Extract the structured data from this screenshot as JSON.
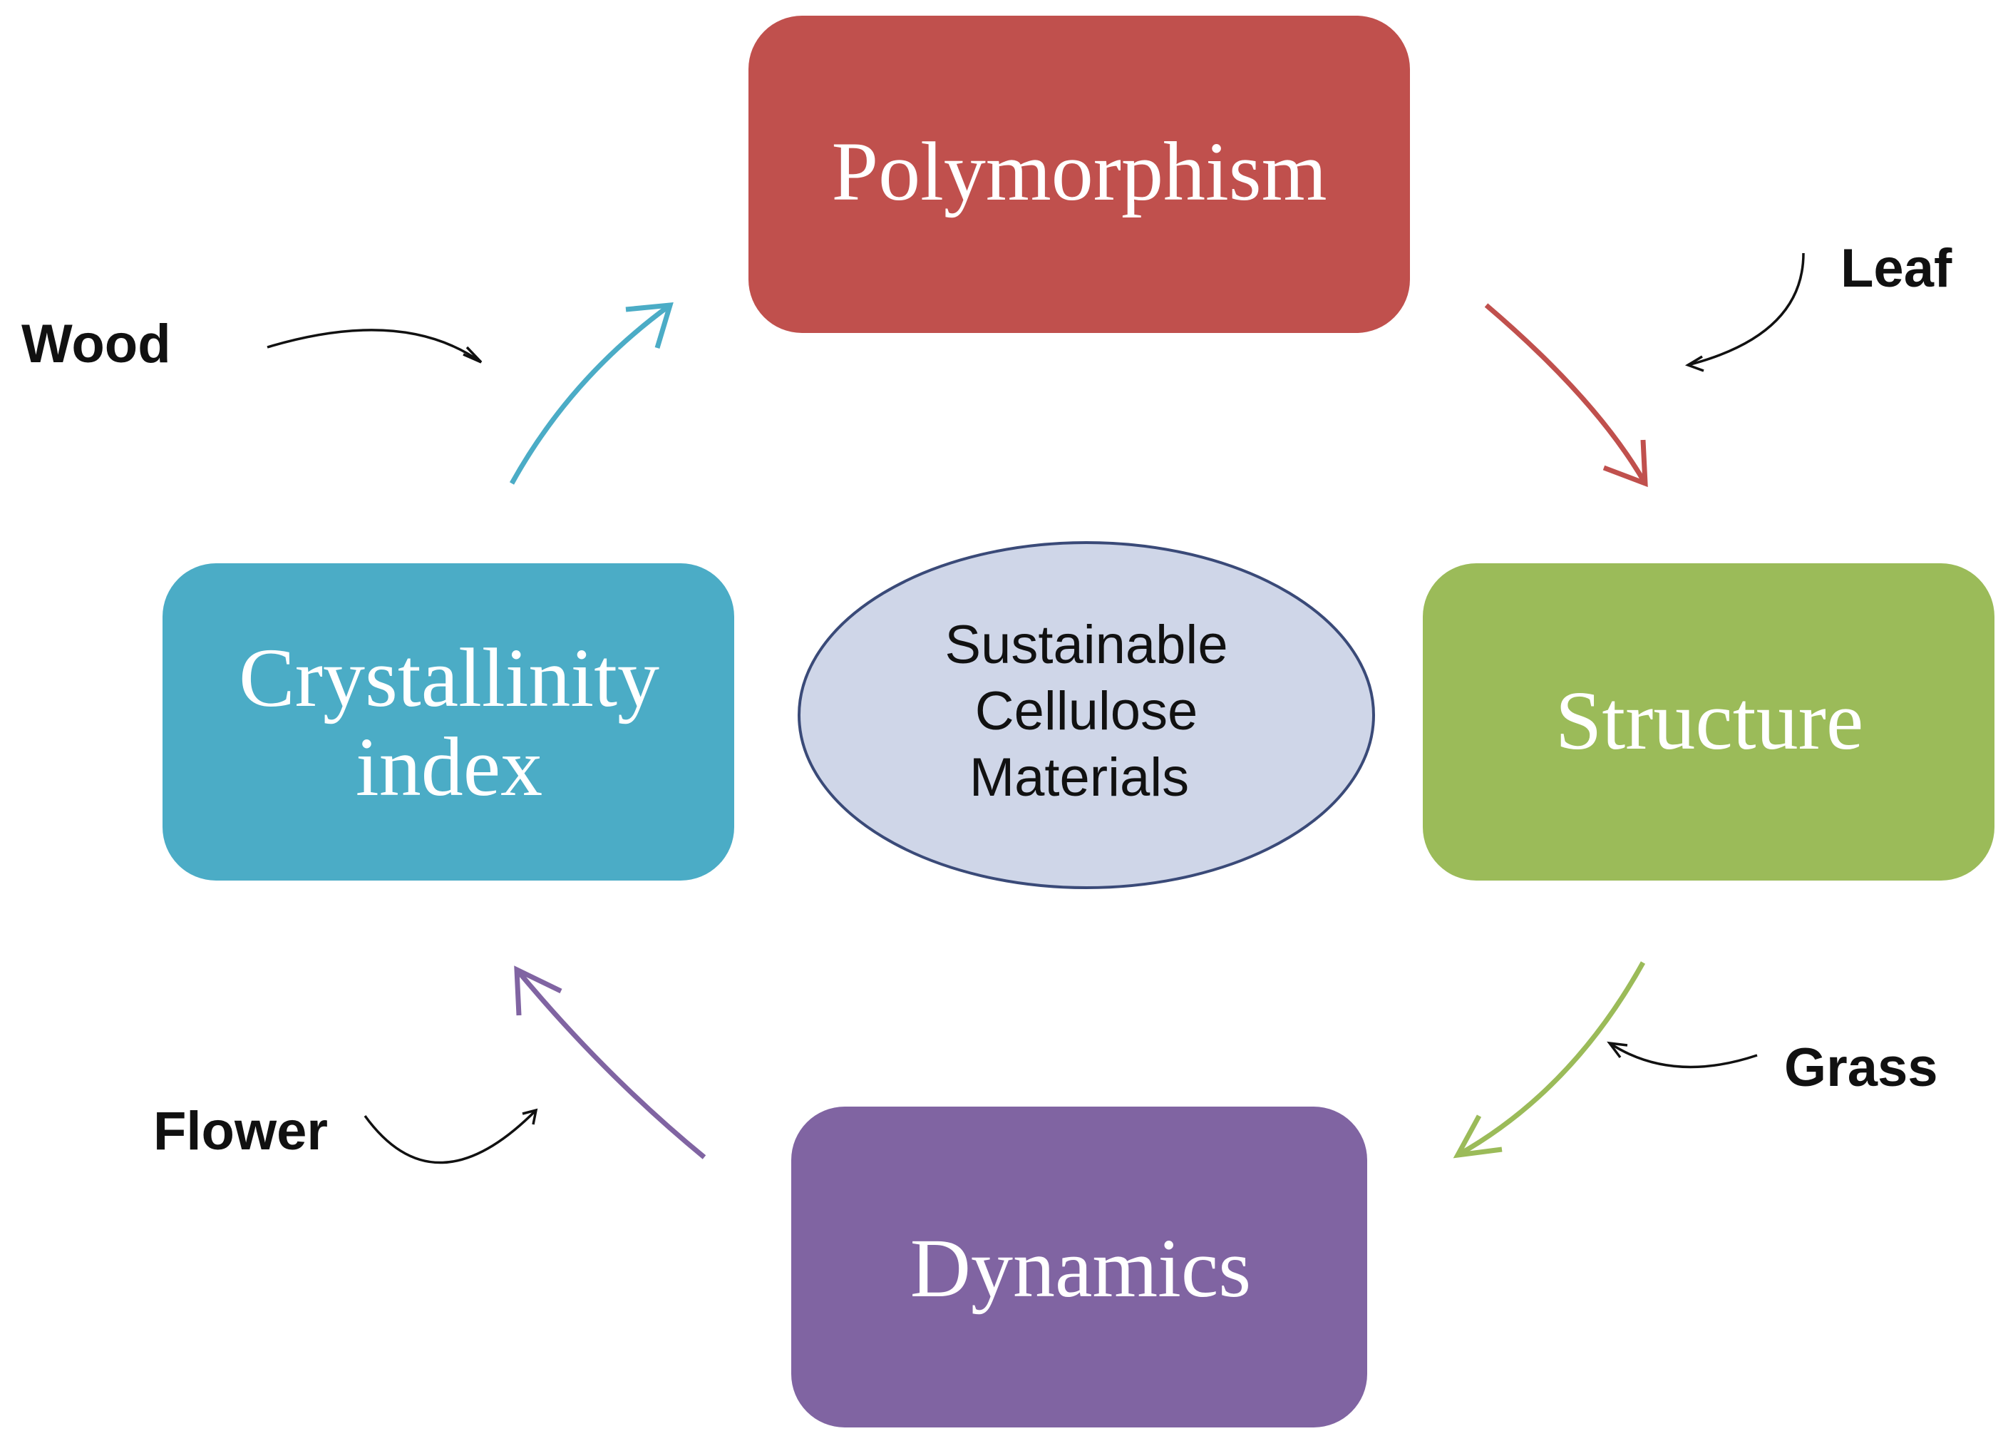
{
  "center": {
    "lines": [
      "Sustainable",
      "Cellulose",
      "Materials"
    ],
    "fill": "#cfd6e8"
  },
  "boxes": {
    "top": {
      "label": "Polymorphism",
      "color": "#c0504d"
    },
    "right": {
      "label": "Structure",
      "color": "#9bbb59"
    },
    "bottom": {
      "label": "Dynamics",
      "color": "#8064a2"
    },
    "left": {
      "lines": [
        "Crystallinity",
        "index"
      ],
      "color": "#4bacc6"
    }
  },
  "sources": {
    "wood": "Wood",
    "leaf": "Leaf",
    "grass": "Grass",
    "flower": "Flower"
  },
  "arrows": {
    "top_to_right": "#c0504d",
    "right_to_bottom": "#9bbb59",
    "bottom_to_left": "#8064a2",
    "left_to_top": "#4bacc6",
    "pointer": "#111111"
  }
}
